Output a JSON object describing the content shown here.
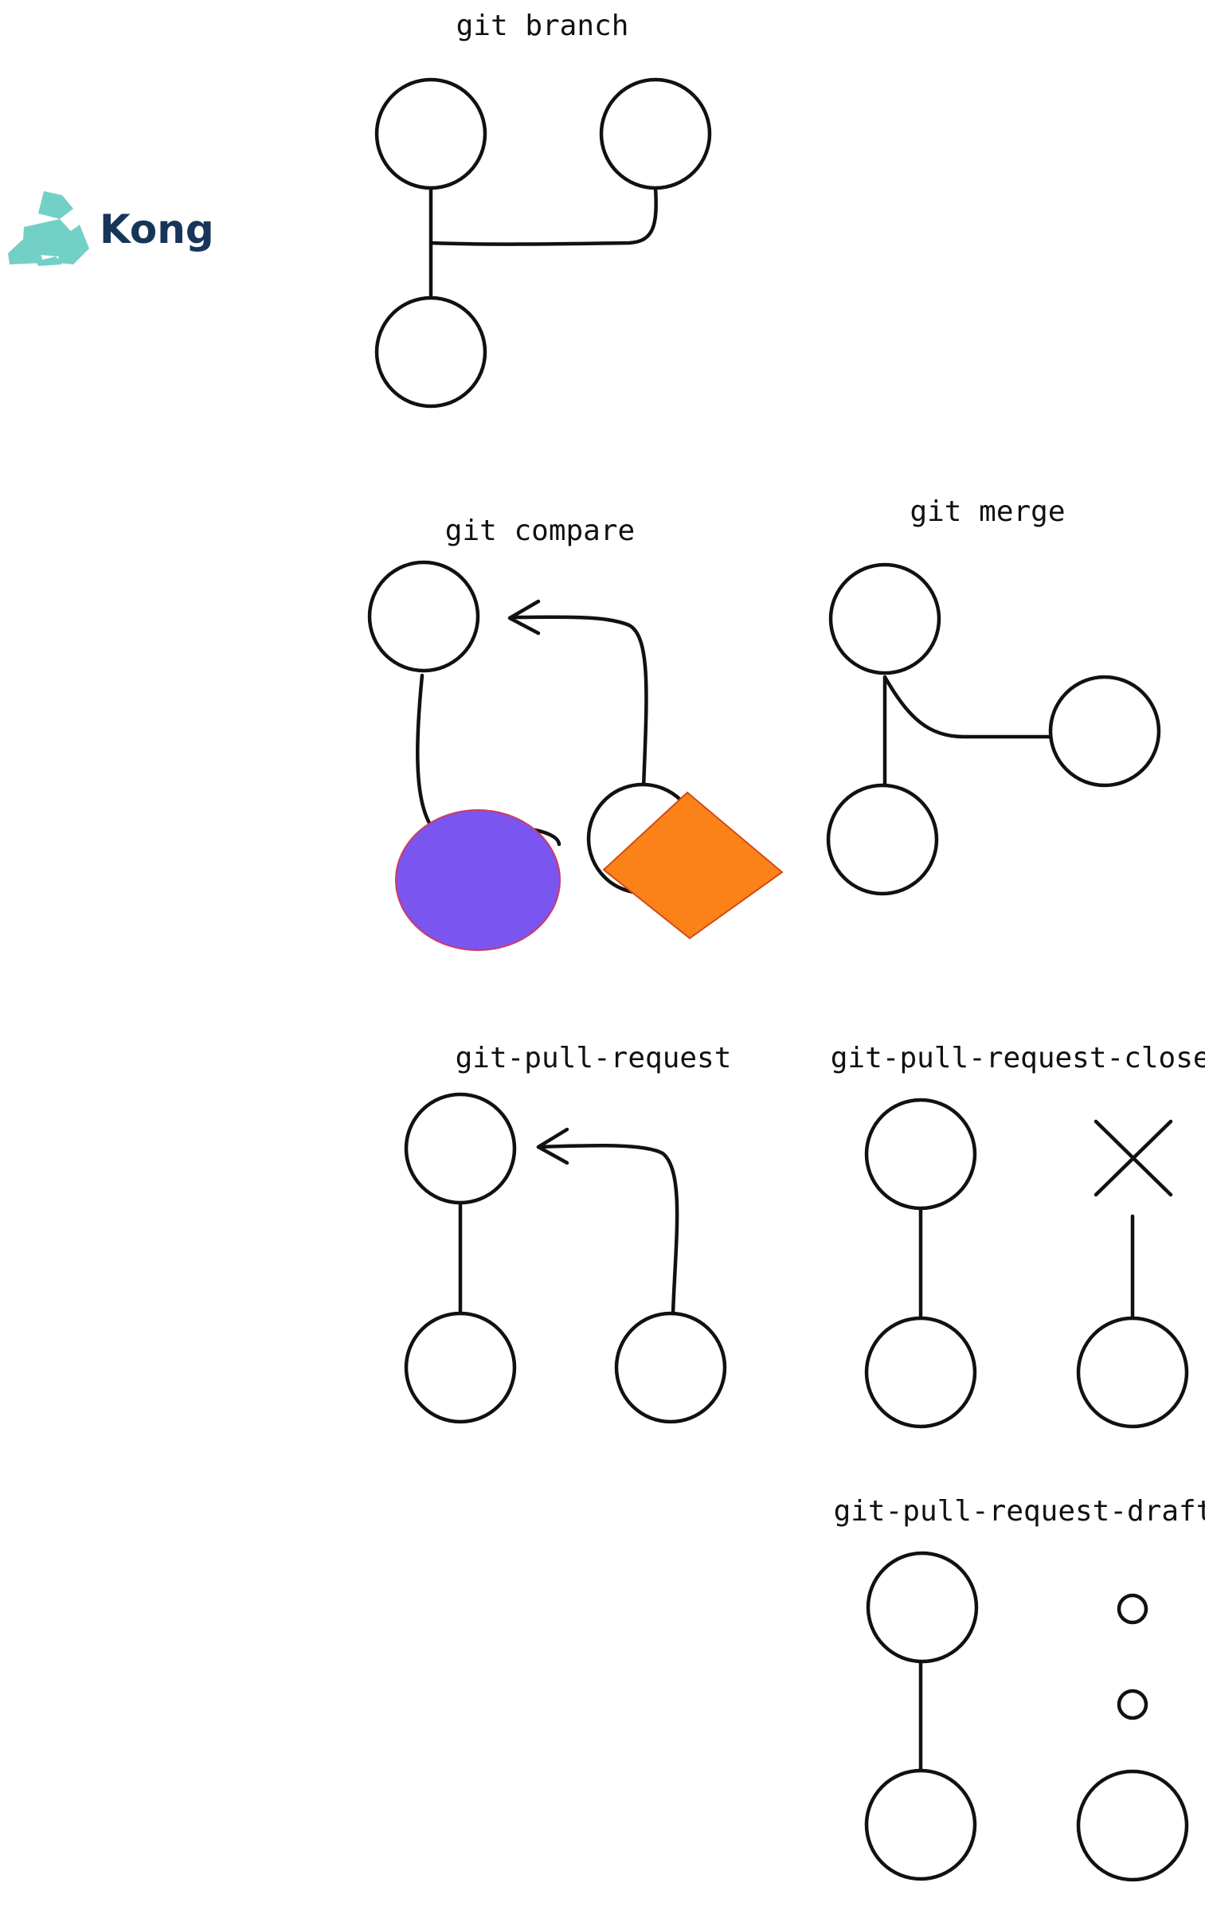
{
  "logo": {
    "text": "Kong",
    "icon": "kong-gorilla-icon",
    "text_color": "#163659",
    "icon_color": "#5bc8bd"
  },
  "diagrams": {
    "branch": {
      "title": "git branch"
    },
    "compare": {
      "title": "git compare",
      "fill_circle_color": "#7b55ef",
      "fill_circle_stroke": "#d03b62",
      "diamond_color": "#fa8218"
    },
    "merge": {
      "title": "git merge"
    },
    "pull_request": {
      "title": "git-pull-request"
    },
    "pull_request_closed": {
      "title": "git-pull-request-closed"
    },
    "pull_request_draft": {
      "title": "git-pull-request-draft"
    }
  }
}
